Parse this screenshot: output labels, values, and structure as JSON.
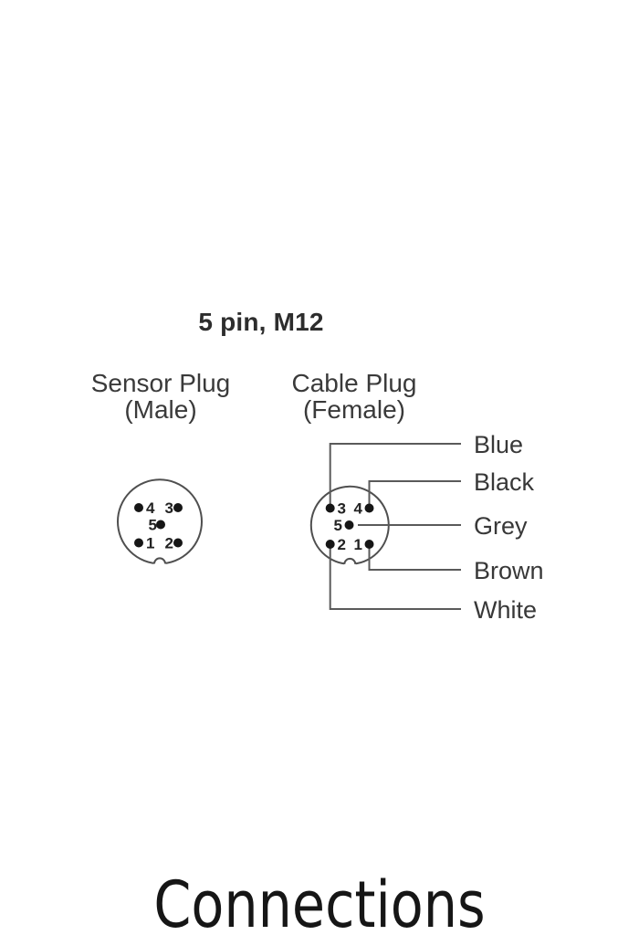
{
  "page": {
    "background_color": "#ffffff",
    "heading": "5 pin, M12",
    "footer_title": "Connections"
  },
  "diagram": {
    "sensor_plug": {
      "title_line1": "Sensor Plug",
      "title_line2": "(Male)",
      "pins": [
        {
          "n": "1"
        },
        {
          "n": "2"
        },
        {
          "n": "3"
        },
        {
          "n": "4"
        },
        {
          "n": "5"
        }
      ]
    },
    "cable_plug": {
      "title_line1": "Cable Plug",
      "title_line2": "(Female)",
      "pins": [
        {
          "n": "1"
        },
        {
          "n": "2"
        },
        {
          "n": "3"
        },
        {
          "n": "4"
        },
        {
          "n": "5"
        }
      ]
    },
    "wires": [
      {
        "pin": "3",
        "label": "Blue"
      },
      {
        "pin": "4",
        "label": "Black"
      },
      {
        "pin": "5",
        "label": "Grey"
      },
      {
        "pin": "1",
        "label": "Brown"
      },
      {
        "pin": "2",
        "label": "White"
      }
    ],
    "colors": {
      "wire_line": "#5a5a5a",
      "connector_outline": "#4f4f4f",
      "pin_dot": "#161616",
      "label_text": "#383838",
      "footer_text": "#161616"
    }
  }
}
